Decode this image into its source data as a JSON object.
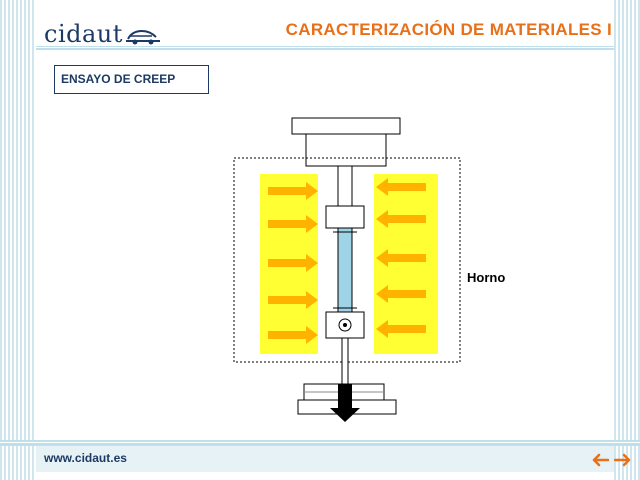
{
  "header": {
    "logo_text": "cidaut",
    "title": "CARACTERIZACIÓN DE MATERIALES I"
  },
  "section": {
    "label": "ENSAYO DE CREEP"
  },
  "diagram": {
    "furnace_label": "Horno",
    "colors": {
      "heat_zone": "#ffff33",
      "arrow": "#ffb300",
      "specimen": "#9fd4e6",
      "outline": "#000000"
    }
  },
  "footer": {
    "url": "www.cidaut.es"
  },
  "nav": {
    "prev_icon": "arrow-left-icon",
    "next_icon": "arrow-right-icon",
    "arrow_color": "#e8701a"
  },
  "colors": {
    "brand_blue": "#1c3a64",
    "accent_orange": "#e8701a",
    "stripe": "#cfe6ee"
  }
}
